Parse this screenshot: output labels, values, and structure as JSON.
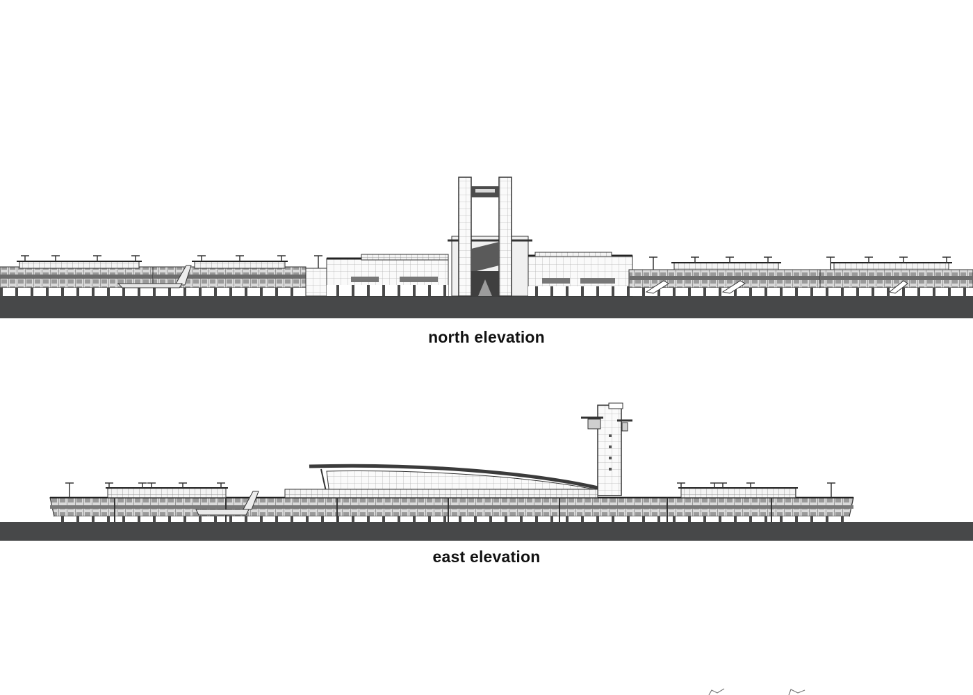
{
  "drawings": [
    {
      "id": "north",
      "caption": "north elevation",
      "ground_color": "#474849",
      "features": [
        "central-twin-tower-gateway",
        "terminal-wings",
        "aircraft-tail",
        "jet-bridges",
        "rooftop-lamp-posts"
      ]
    },
    {
      "id": "east",
      "caption": "east elevation",
      "ground_color": "#474849",
      "features": [
        "curved-roof-main-hall",
        "control-tower",
        "terminal-wings",
        "aircraft-tail",
        "rooftop-lamp-posts"
      ]
    }
  ],
  "colors": {
    "background": "#ffffff",
    "ground": "#474849",
    "line": "#3a3a3a",
    "fill_light": "#f2f2f2",
    "fill_mid": "#bdbdbd",
    "text": "#111111"
  }
}
